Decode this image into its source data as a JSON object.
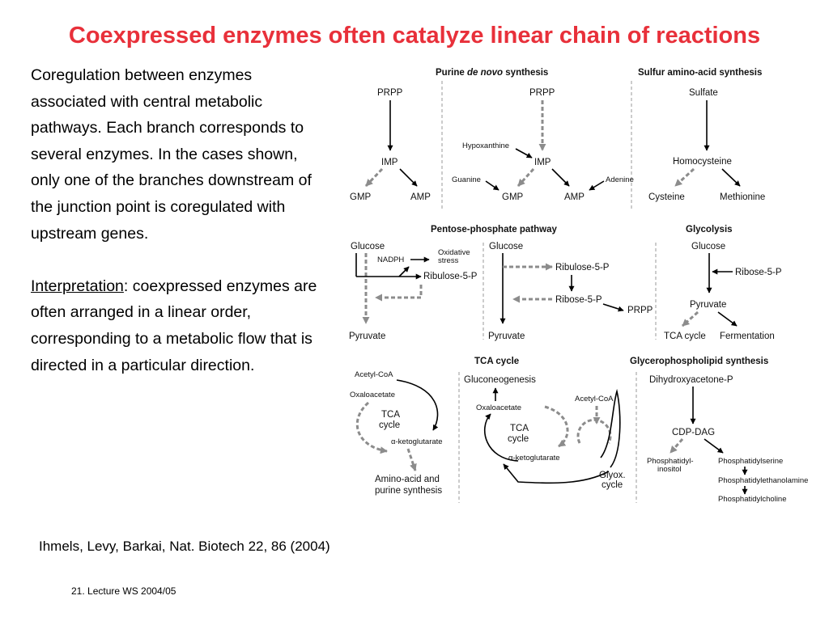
{
  "slide": {
    "title": "Coexpressed enzymes often catalyze linear chain of reactions",
    "body": {
      "paragraph1": "Coregulation between enzymes associated with central metabolic pathways. Each branch corresponds to several enzymes. In the cases shown, only one of the branches downstream of the junction point is coregulated with upstream genes.",
      "interpretation_label": "Interpretation",
      "interpretation_text": ": coexpressed enzymes are often arranged in a linear order, corresponding to a metabolic flow that is directed in a particular direction."
    },
    "citation": "Ihmels, Levy, Barkai, Nat. Biotech 22, 86 (2004)",
    "footer": "21. Lecture WS 2004/05"
  },
  "figure": {
    "headers": {
      "purine_pre": "Purine ",
      "purine_em": "de novo",
      "purine_post": " synthesis",
      "sulfur": "Sulfur amino-acid synthesis",
      "pentose": "Pentose-phosphate pathway",
      "glycolysis": "Glycolysis",
      "tca": "TCA cycle",
      "glycero": "Glycerophospholipid synthesis"
    },
    "labels": {
      "prpp": "PRPP",
      "imp": "IMP",
      "gmp": "GMP",
      "amp": "AMP",
      "hypoxanthine": "Hypoxanthine",
      "guanine": "Guanine",
      "adenine": "Adenine",
      "sulfate": "Sulfate",
      "homocysteine": "Homocysteine",
      "cysteine": "Cysteine",
      "methionine": "Methionine",
      "glucose": "Glucose",
      "nadph": "NADPH",
      "oxidative": "Oxidative",
      "stress": "stress",
      "ribulose5p": "Ribulose-5-P",
      "ribose5p": "Ribose-5-P",
      "pyruvate": "Pyruvate",
      "tca_cycle": "TCA cycle",
      "fermentation": "Fermentation",
      "acetylcoa": "Acetyl-CoA",
      "oxaloacetate": "Oxaloacetate",
      "tca": "TCA",
      "cycle": "cycle",
      "ketoglutarate": "α-ketoglutarate",
      "amino_acid": "Amino-acid and",
      "purine_synth": "purine synthesis",
      "gluconeogenesis": "Gluconeogenesis",
      "glyox": "Glyox.",
      "dhap": "Dihydroxyacetone-P",
      "cdpdag": "CDP-DAG",
      "phosphatidyl": "Phosphatidyl-",
      "inositol": "inositol",
      "ps": "Phosphatidylserine",
      "pe": "Phosphatidylethanolamine",
      "pc": "Phosphatidylcholine"
    }
  }
}
